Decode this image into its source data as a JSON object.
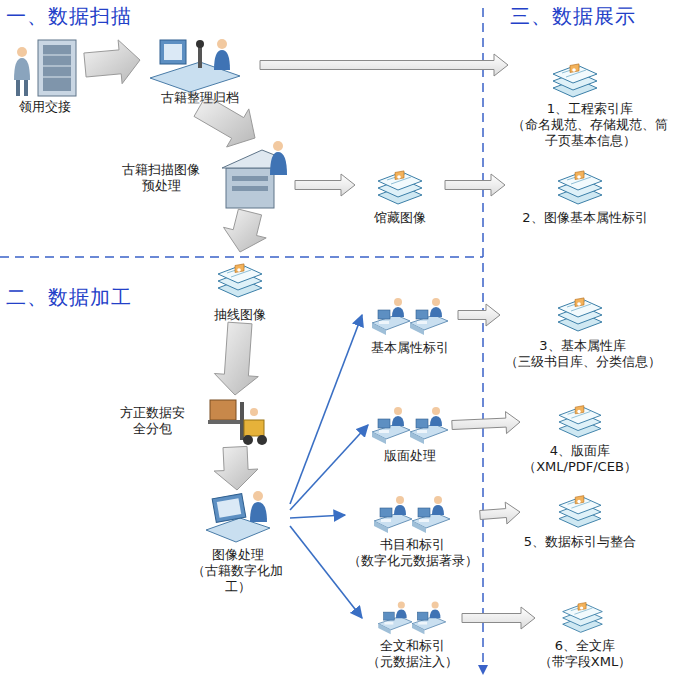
{
  "diagram": {
    "nodes": [
      {
        "text": [
          "领用交接"
        ]
      },
      {
        "text": [
          "古籍整理归档"
        ]
      },
      {
        "text": [
          "1、工程索引库",
          "（命名规范、存储规范、筒子页基本信息）"
        ]
      },
      {
        "text": [
          "古籍扫描图像预处理"
        ]
      },
      {
        "text": [
          "馆藏图像"
        ]
      },
      {
        "text": [
          "2、图像基本属性标引"
        ]
      },
      {
        "text": [
          "抽线图像"
        ]
      },
      {
        "text": [
          "基本属性标引"
        ]
      },
      {
        "text": [
          "3、基本属性库",
          "（三级书目库、分类信息）"
        ]
      },
      {
        "text": [
          "方正数据安全分包"
        ]
      },
      {
        "text": [
          "版面处理"
        ]
      },
      {
        "text": [
          "4、版面库",
          "（XML/PDF/CEB）"
        ]
      },
      {
        "text": [
          "图像处理",
          "（古籍数字化加工）"
        ]
      },
      {
        "text": [
          "书目和标引",
          "（数字化元数据著录）"
        ]
      },
      {
        "text": [
          "5、数据标引与整合"
        ]
      },
      {
        "text": [
          "全文和标引",
          "（元数据注入）"
        ]
      },
      {
        "text": [
          "6、全文库",
          "（带字段XML）"
        ]
      }
    ],
    "edges": [
      {
        "from": 0,
        "to": 1,
        "arrow": "to"
      },
      {
        "from": 1,
        "to": 2,
        "arrow": "to"
      },
      {
        "from": 1,
        "to": 3,
        "arrow": "to"
      },
      {
        "from": 3,
        "to": 4,
        "arrow": "to"
      },
      {
        "from": 4,
        "to": 5,
        "arrow": "to"
      },
      {
        "from": 3,
        "to": 6,
        "arrow": "to"
      },
      {
        "from": 6,
        "to": 9,
        "arrow": "to"
      },
      {
        "from": 9,
        "to": 12,
        "arrow": "to"
      },
      {
        "from": 12,
        "to": 7,
        "arrow": "to"
      },
      {
        "from": 12,
        "to": 10,
        "arrow": "to"
      },
      {
        "from": 12,
        "to": 13,
        "arrow": "to"
      },
      {
        "from": 12,
        "to": 15,
        "arrow": "to"
      },
      {
        "from": 7,
        "to": 8,
        "arrow": "to"
      },
      {
        "from": 10,
        "to": 11,
        "arrow": "to"
      },
      {
        "from": 13,
        "to": 14,
        "arrow": "to"
      },
      {
        "from": 15,
        "to": 16,
        "arrow": "to"
      }
    ],
    "labels": [
      "一、数据扫描",
      "三、数据展示",
      "二、数据加工"
    ]
  }
}
